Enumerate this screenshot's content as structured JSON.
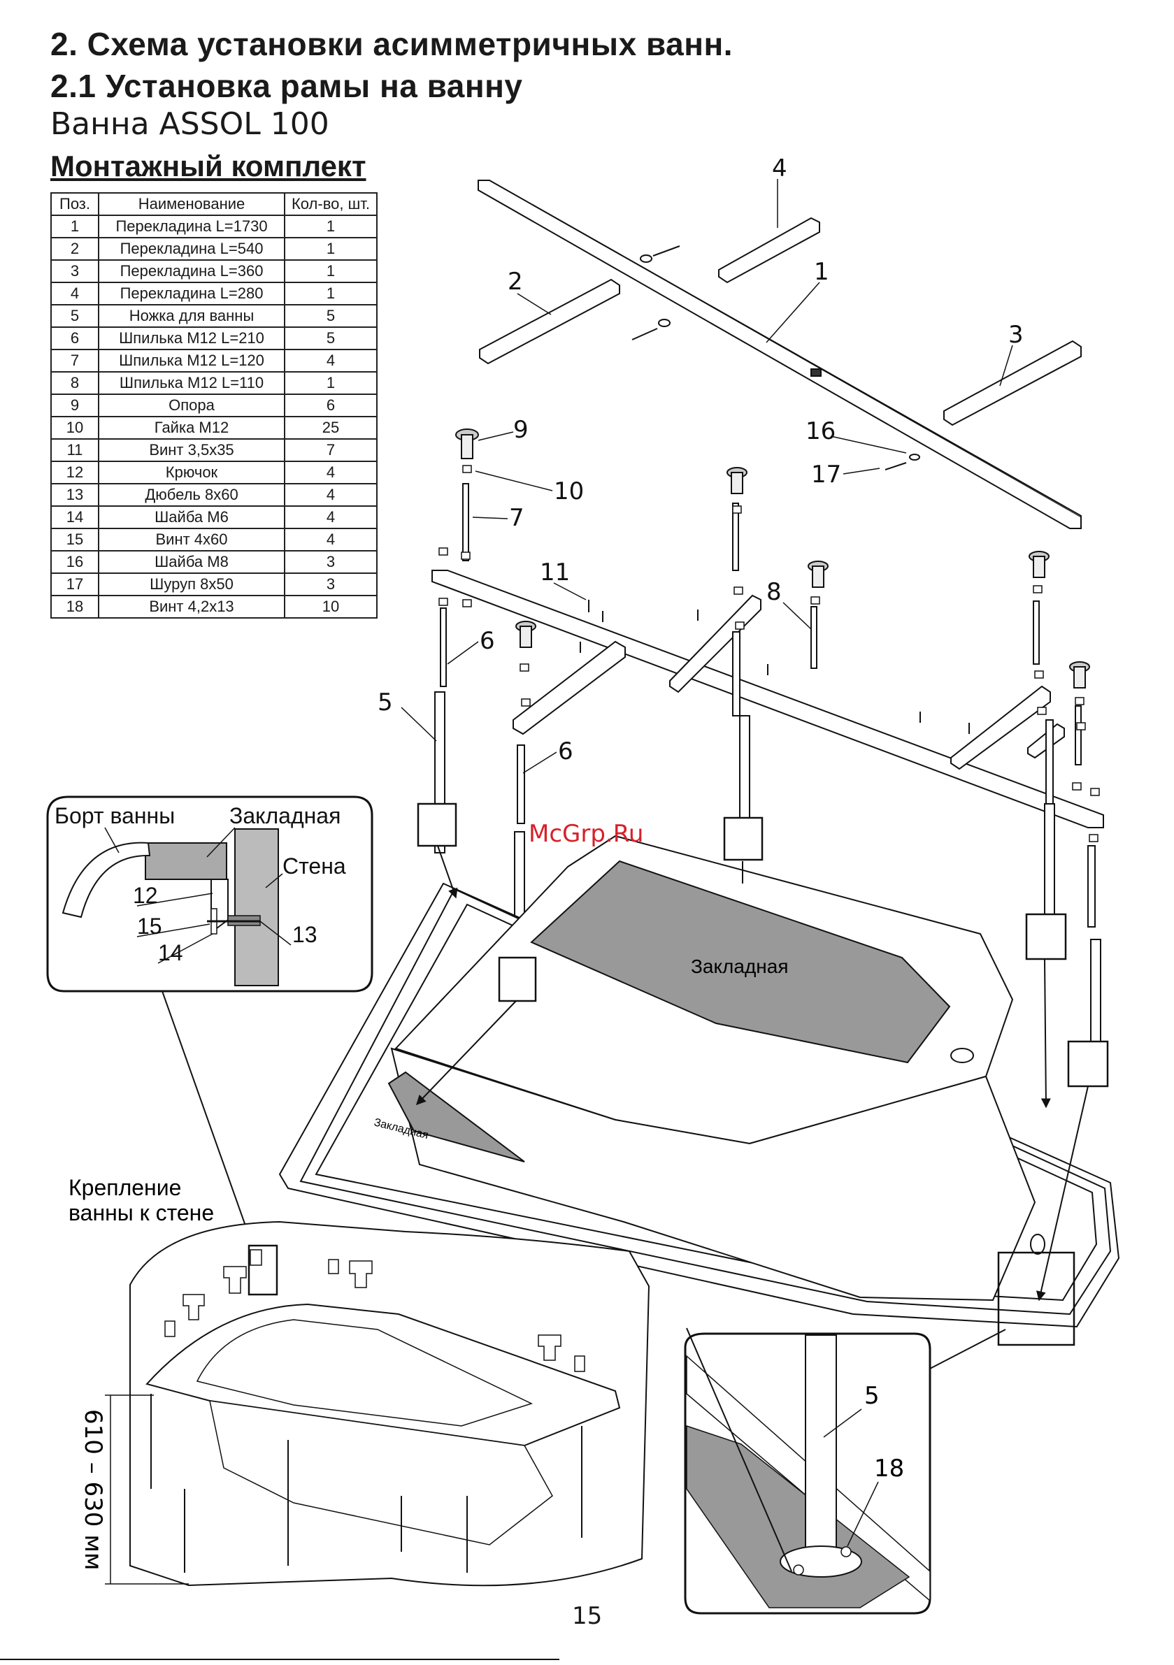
{
  "heading1": "2. Схема установки асимметричных ванн.",
  "heading2": "2.1 Установка рамы на ванну",
  "heading3": "Ванна ASSOL 100",
  "kit_title": "Монтажный комплект",
  "table": {
    "headers": [
      "Поз.",
      "Наименование",
      "Кол-во, шт."
    ],
    "rows": [
      [
        "1",
        "Перекладина L=1730",
        "1"
      ],
      [
        "2",
        "Перекладина L=540",
        "1"
      ],
      [
        "3",
        "Перекладина L=360",
        "1"
      ],
      [
        "4",
        "Перекладина L=280",
        "1"
      ],
      [
        "5",
        "Ножка для ванны",
        "5"
      ],
      [
        "6",
        "Шпилька М12 L=210",
        "5"
      ],
      [
        "7",
        "Шпилька М12 L=120",
        "4"
      ],
      [
        "8",
        "Шпилька М12 L=110",
        "1"
      ],
      [
        "9",
        "Опора",
        "6"
      ],
      [
        "10",
        "Гайка М12",
        "25"
      ],
      [
        "11",
        "Винт 3,5х35",
        "7"
      ],
      [
        "12",
        "Крючок",
        "4"
      ],
      [
        "13",
        "Дюбель 8х60",
        "4"
      ],
      [
        "14",
        "Шайба М6",
        "4"
      ],
      [
        "15",
        "Винт 4х60",
        "4"
      ],
      [
        "16",
        "Шайба М8",
        "3"
      ],
      [
        "17",
        "Шуруп 8х50",
        "3"
      ],
      [
        "18",
        "Винт 4,2х13",
        "10"
      ]
    ]
  },
  "callouts": {
    "n1": "1",
    "n2": "2",
    "n3": "3",
    "n4": "4",
    "n5a": "5",
    "n5b": "5",
    "n6a": "6",
    "n6b": "6",
    "n7": "7",
    "n8": "8",
    "n9": "9",
    "n10": "10",
    "n11": "11",
    "n12": "12",
    "n13": "13",
    "n14": "14",
    "n15": "15",
    "n16": "16",
    "n17": "17",
    "n18": "18"
  },
  "detail_labels": {
    "bath_rim": "Борт ванны",
    "embed": "Закладная",
    "wall": "Стена"
  },
  "bath_labels": {
    "embed_large": "Закладная",
    "embed_small": "Закладная"
  },
  "watermark": "McGrp.Ru",
  "wall_mount_line1": "Крепление",
  "wall_mount_line2": "ванны к стене",
  "height_dim": "610 – 630 мм",
  "page_number": "15"
}
